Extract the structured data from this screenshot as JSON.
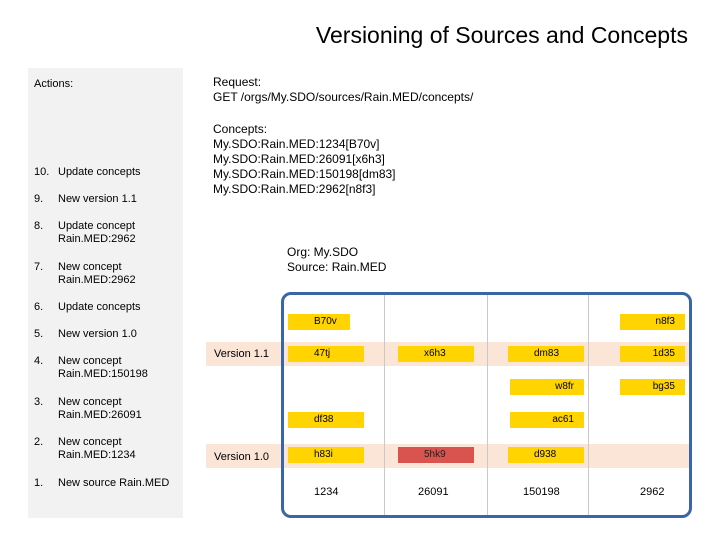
{
  "title": "Versioning of Sources and Concepts",
  "actions": {
    "label": "Actions:",
    "items": [
      {
        "num": "10.",
        "text": "Update concepts"
      },
      {
        "num": "9.",
        "text": "New version 1.1"
      },
      {
        "num": "8.",
        "text": "Update concept Rain.MED:2962"
      },
      {
        "num": "7.",
        "text": "New concept Rain.MED:2962"
      },
      {
        "num": "6.",
        "text": "Update concepts"
      },
      {
        "num": "5.",
        "text": "New version 1.0"
      },
      {
        "num": "4.",
        "text": "New concept Rain.MED:150198"
      },
      {
        "num": "3.",
        "text": "New concept Rain.MED:26091"
      },
      {
        "num": "2.",
        "text": "New concept Rain.MED:1234"
      },
      {
        "num": "1.",
        "text": "New source Rain.MED"
      }
    ]
  },
  "request": {
    "label": "Request:",
    "value": "GET /orgs/My.SDO/sources/Rain.MED/concepts/"
  },
  "concepts": {
    "label": "Concepts:",
    "items": [
      "My.SDO:Rain.MED:1234[B70v]",
      "My.SDO:Rain.MED:26091[x6h3]",
      "My.SDO:Rain.MED:150198[dm83]",
      "My.SDO:Rain.MED:2962[n8f3]"
    ]
  },
  "org": {
    "line1": "Org: My.SDO",
    "line2": "Source: Rain.MED"
  },
  "versions": {
    "v11": "Version 1.1",
    "v10": "Version 1.0"
  },
  "boxes": {
    "b70v": "B70v",
    "n8f3": "n8f3",
    "c47tj": "47tj",
    "x6h3": "x6h3",
    "dm83": "dm83",
    "c1d35": "1d35",
    "w8fr": "w8fr",
    "bg35": "bg35",
    "df38": "df38",
    "ac61": "ac61",
    "h83i": "h83i",
    "c5hk9": "5hk9",
    "d938": "d938"
  },
  "concept_ids": [
    "1234",
    "26091",
    "150198",
    "2962"
  ],
  "colors": {
    "yellow": "#ffd400",
    "red": "#d9534f",
    "band": "#fbe5d6",
    "frame": "#3a66a8",
    "panel": "#f2f2f2"
  }
}
